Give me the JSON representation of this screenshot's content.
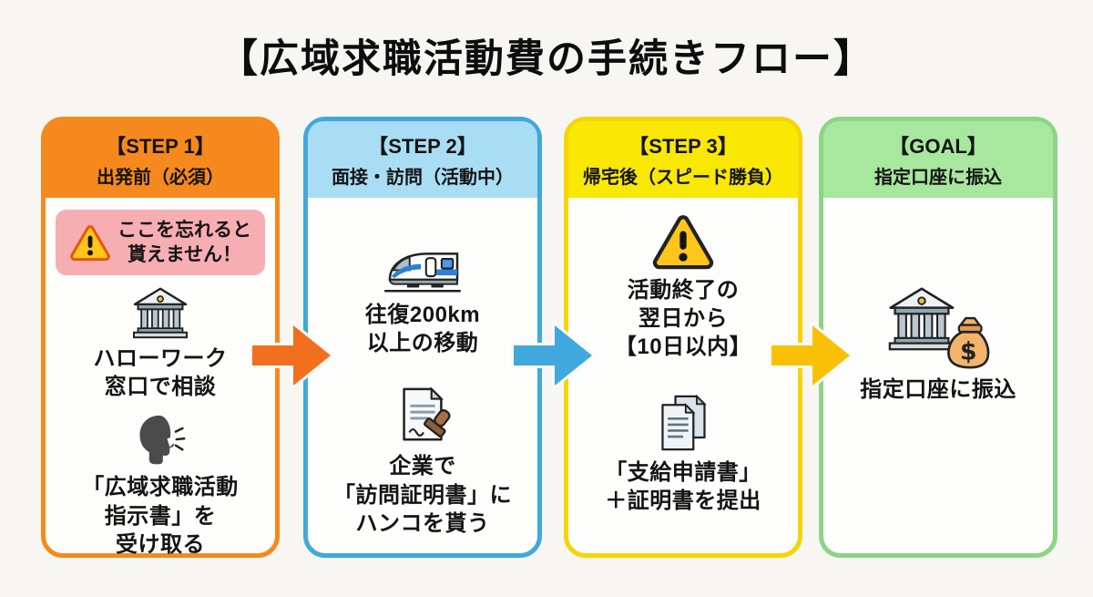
{
  "title": "【広域求職活動費の手続きフロー】",
  "colors": {
    "page_bg": "#F7F6F2",
    "card_bg": "#FDFDFB",
    "ink": "#141414",
    "step1_main": "#F6891D",
    "step2_border": "#41A8DD",
    "step2_header": "#A9DDF3",
    "step3_border": "#F6D408",
    "step3_header": "#F9E704",
    "goal_border": "#8CD488",
    "goal_header": "#A8E79E",
    "warning_pink": "#F7AEB3",
    "arrow1": "#F26F1D",
    "arrow2": "#41A8DD",
    "arrow3": "#F8C107"
  },
  "steps": [
    {
      "header": [
        "【STEP 1】",
        "出発前（必須）"
      ],
      "warning_box": [
        "ここを忘れると",
        "貰えません！"
      ],
      "warning_icon": "warning-triangle-icon",
      "blocks": [
        {
          "icon": "bank-building-icon",
          "lines": [
            "ハローワーク",
            "窓口で相談"
          ]
        },
        {
          "icon": "speaking-person-icon",
          "lines": [
            "「広域求職活動",
            "指示書」を",
            "受け取る"
          ]
        }
      ]
    },
    {
      "header": [
        "【STEP 2】",
        "面接・訪問（活動中）"
      ],
      "blocks": [
        {
          "icon": "bullet-train-icon",
          "lines": [
            "往復200km",
            "以上の移動"
          ]
        },
        {
          "icon": "document-stamp-icon",
          "lines": [
            "企業で",
            "「訪問証明書」に",
            "ハンコを貰う"
          ]
        }
      ]
    },
    {
      "header": [
        "【STEP 3】",
        "帰宅後（スピード勝負）"
      ],
      "blocks": [
        {
          "icon": "warning-triangle-icon",
          "lines": [
            "活動終了の",
            "翌日から",
            "【10日以内】"
          ]
        },
        {
          "icon": "documents-stack-icon",
          "lines": [
            "「支給申請書」",
            "＋証明書を提出"
          ]
        }
      ]
    },
    {
      "header": [
        "【GOAL】",
        "指定口座に振込"
      ],
      "blocks": [
        {
          "icon": "bank-money-bag-icon",
          "lines": [
            "指定口座に振込"
          ]
        }
      ]
    }
  ],
  "goal_icon_symbol": "$",
  "arrows": [
    "step1-to-step2",
    "step2-to-step3",
    "step3-to-goal"
  ]
}
